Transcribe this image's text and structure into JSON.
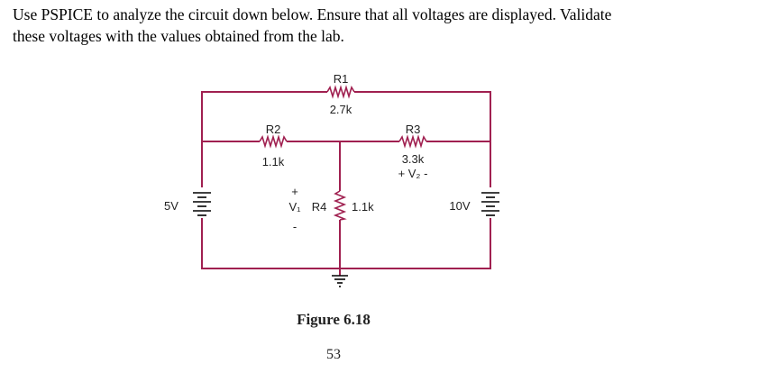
{
  "instructions": {
    "line1": "Use PSPICE to analyze the circuit down below. Ensure that all voltages are displayed. Validate",
    "line2": "these voltages with the values obtained from the lab."
  },
  "circuit": {
    "r1": {
      "name": "R1",
      "value": "2.7k"
    },
    "r2": {
      "name": "R2",
      "value": "1.1k"
    },
    "r3": {
      "name": "R3",
      "value": "3.3k"
    },
    "r4": {
      "name": "R4",
      "value": "1.1k"
    },
    "source_left": "5V",
    "source_right": "10V",
    "v1_label": "V₁",
    "v1_plus": "+",
    "v1_minus": "-",
    "v2_label": "+ V₂ -",
    "wire_color": "#a02050"
  },
  "figure": {
    "caption": "Figure 6.18",
    "page_number": "53"
  }
}
